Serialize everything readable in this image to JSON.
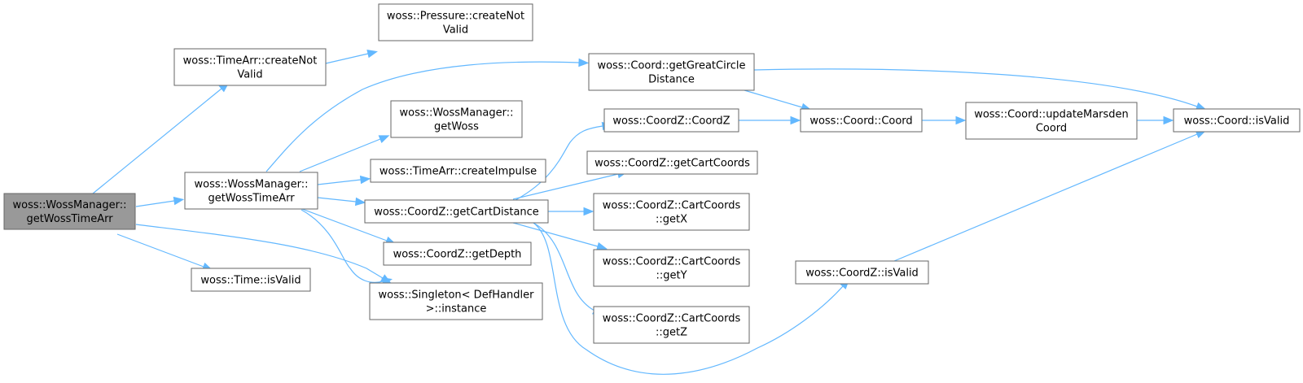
{
  "graph": {
    "title": "",
    "nodes": [
      {
        "id": "root",
        "lines": [
          "woss::WossManager::",
          "getWossTimeArr"
        ],
        "kind": "root"
      },
      {
        "id": "timearr_cnv",
        "lines": [
          "woss::TimeArr::createNot",
          "Valid"
        ]
      },
      {
        "id": "pressure_cnv",
        "lines": [
          "woss::Pressure::createNot",
          "Valid"
        ]
      },
      {
        "id": "wm_gwta",
        "lines": [
          "woss::WossManager::",
          "getWossTimeArr"
        ]
      },
      {
        "id": "time_isvalid",
        "lines": [
          "woss::Time::isValid"
        ]
      },
      {
        "id": "singleton",
        "lines": [
          "woss::Singleton< DefHandler",
          ">::instance"
        ]
      },
      {
        "id": "coord_gcd",
        "lines": [
          "woss::Coord::getGreatCircle",
          "Distance"
        ]
      },
      {
        "id": "wm_getwoss",
        "lines": [
          "woss::WossManager::",
          "getWoss"
        ]
      },
      {
        "id": "timearr_ci",
        "lines": [
          "woss::TimeArr::createImpulse"
        ]
      },
      {
        "id": "coordz_gcd",
        "lines": [
          "woss::CoordZ::getCartDistance"
        ]
      },
      {
        "id": "coordz_depth",
        "lines": [
          "woss::CoordZ::getDepth"
        ]
      },
      {
        "id": "coordz_ctor",
        "lines": [
          "woss::CoordZ::CoordZ"
        ]
      },
      {
        "id": "coordz_gcc",
        "lines": [
          "woss::CoordZ::getCartCoords"
        ]
      },
      {
        "id": "cc_getx",
        "lines": [
          "woss::CoordZ::CartCoords",
          "::getX"
        ]
      },
      {
        "id": "cc_gety",
        "lines": [
          "woss::CoordZ::CartCoords",
          "::getY"
        ]
      },
      {
        "id": "cc_getz",
        "lines": [
          "woss::CoordZ::CartCoords",
          "::getZ"
        ]
      },
      {
        "id": "coord_ctor",
        "lines": [
          "woss::Coord::Coord"
        ]
      },
      {
        "id": "coord_um",
        "lines": [
          "woss::Coord::updateMarsden",
          "Coord"
        ]
      },
      {
        "id": "coordz_isvalid",
        "lines": [
          "woss::CoordZ::isValid"
        ]
      },
      {
        "id": "coord_isvalid",
        "lines": [
          "woss::Coord::isValid"
        ]
      }
    ],
    "edges": [
      {
        "from": "root",
        "to": "timearr_cnv"
      },
      {
        "from": "root",
        "to": "wm_gwta"
      },
      {
        "from": "root",
        "to": "time_isvalid"
      },
      {
        "from": "root",
        "to": "singleton"
      },
      {
        "from": "timearr_cnv",
        "to": "pressure_cnv"
      },
      {
        "from": "wm_gwta",
        "to": "coord_gcd"
      },
      {
        "from": "wm_gwta",
        "to": "wm_getwoss"
      },
      {
        "from": "wm_gwta",
        "to": "timearr_ci"
      },
      {
        "from": "wm_gwta",
        "to": "coordz_gcd"
      },
      {
        "from": "wm_gwta",
        "to": "coordz_depth"
      },
      {
        "from": "wm_gwta",
        "to": "singleton"
      },
      {
        "from": "coord_gcd",
        "to": "coord_ctor"
      },
      {
        "from": "coord_gcd",
        "to": "coord_isvalid"
      },
      {
        "from": "coordz_gcd",
        "to": "coordz_ctor"
      },
      {
        "from": "coordz_gcd",
        "to": "coordz_gcc"
      },
      {
        "from": "coordz_gcd",
        "to": "cc_getx"
      },
      {
        "from": "coordz_gcd",
        "to": "cc_gety"
      },
      {
        "from": "coordz_gcd",
        "to": "cc_getz"
      },
      {
        "from": "coordz_gcd",
        "to": "coordz_isvalid"
      },
      {
        "from": "coordz_ctor",
        "to": "coord_ctor"
      },
      {
        "from": "coord_ctor",
        "to": "coord_um"
      },
      {
        "from": "coord_um",
        "to": "coord_isvalid"
      },
      {
        "from": "coordz_isvalid",
        "to": "coord_isvalid"
      }
    ],
    "colors": {
      "edge": "#63b8ff",
      "root_fill": "#999999",
      "node_border": "#666666"
    }
  }
}
